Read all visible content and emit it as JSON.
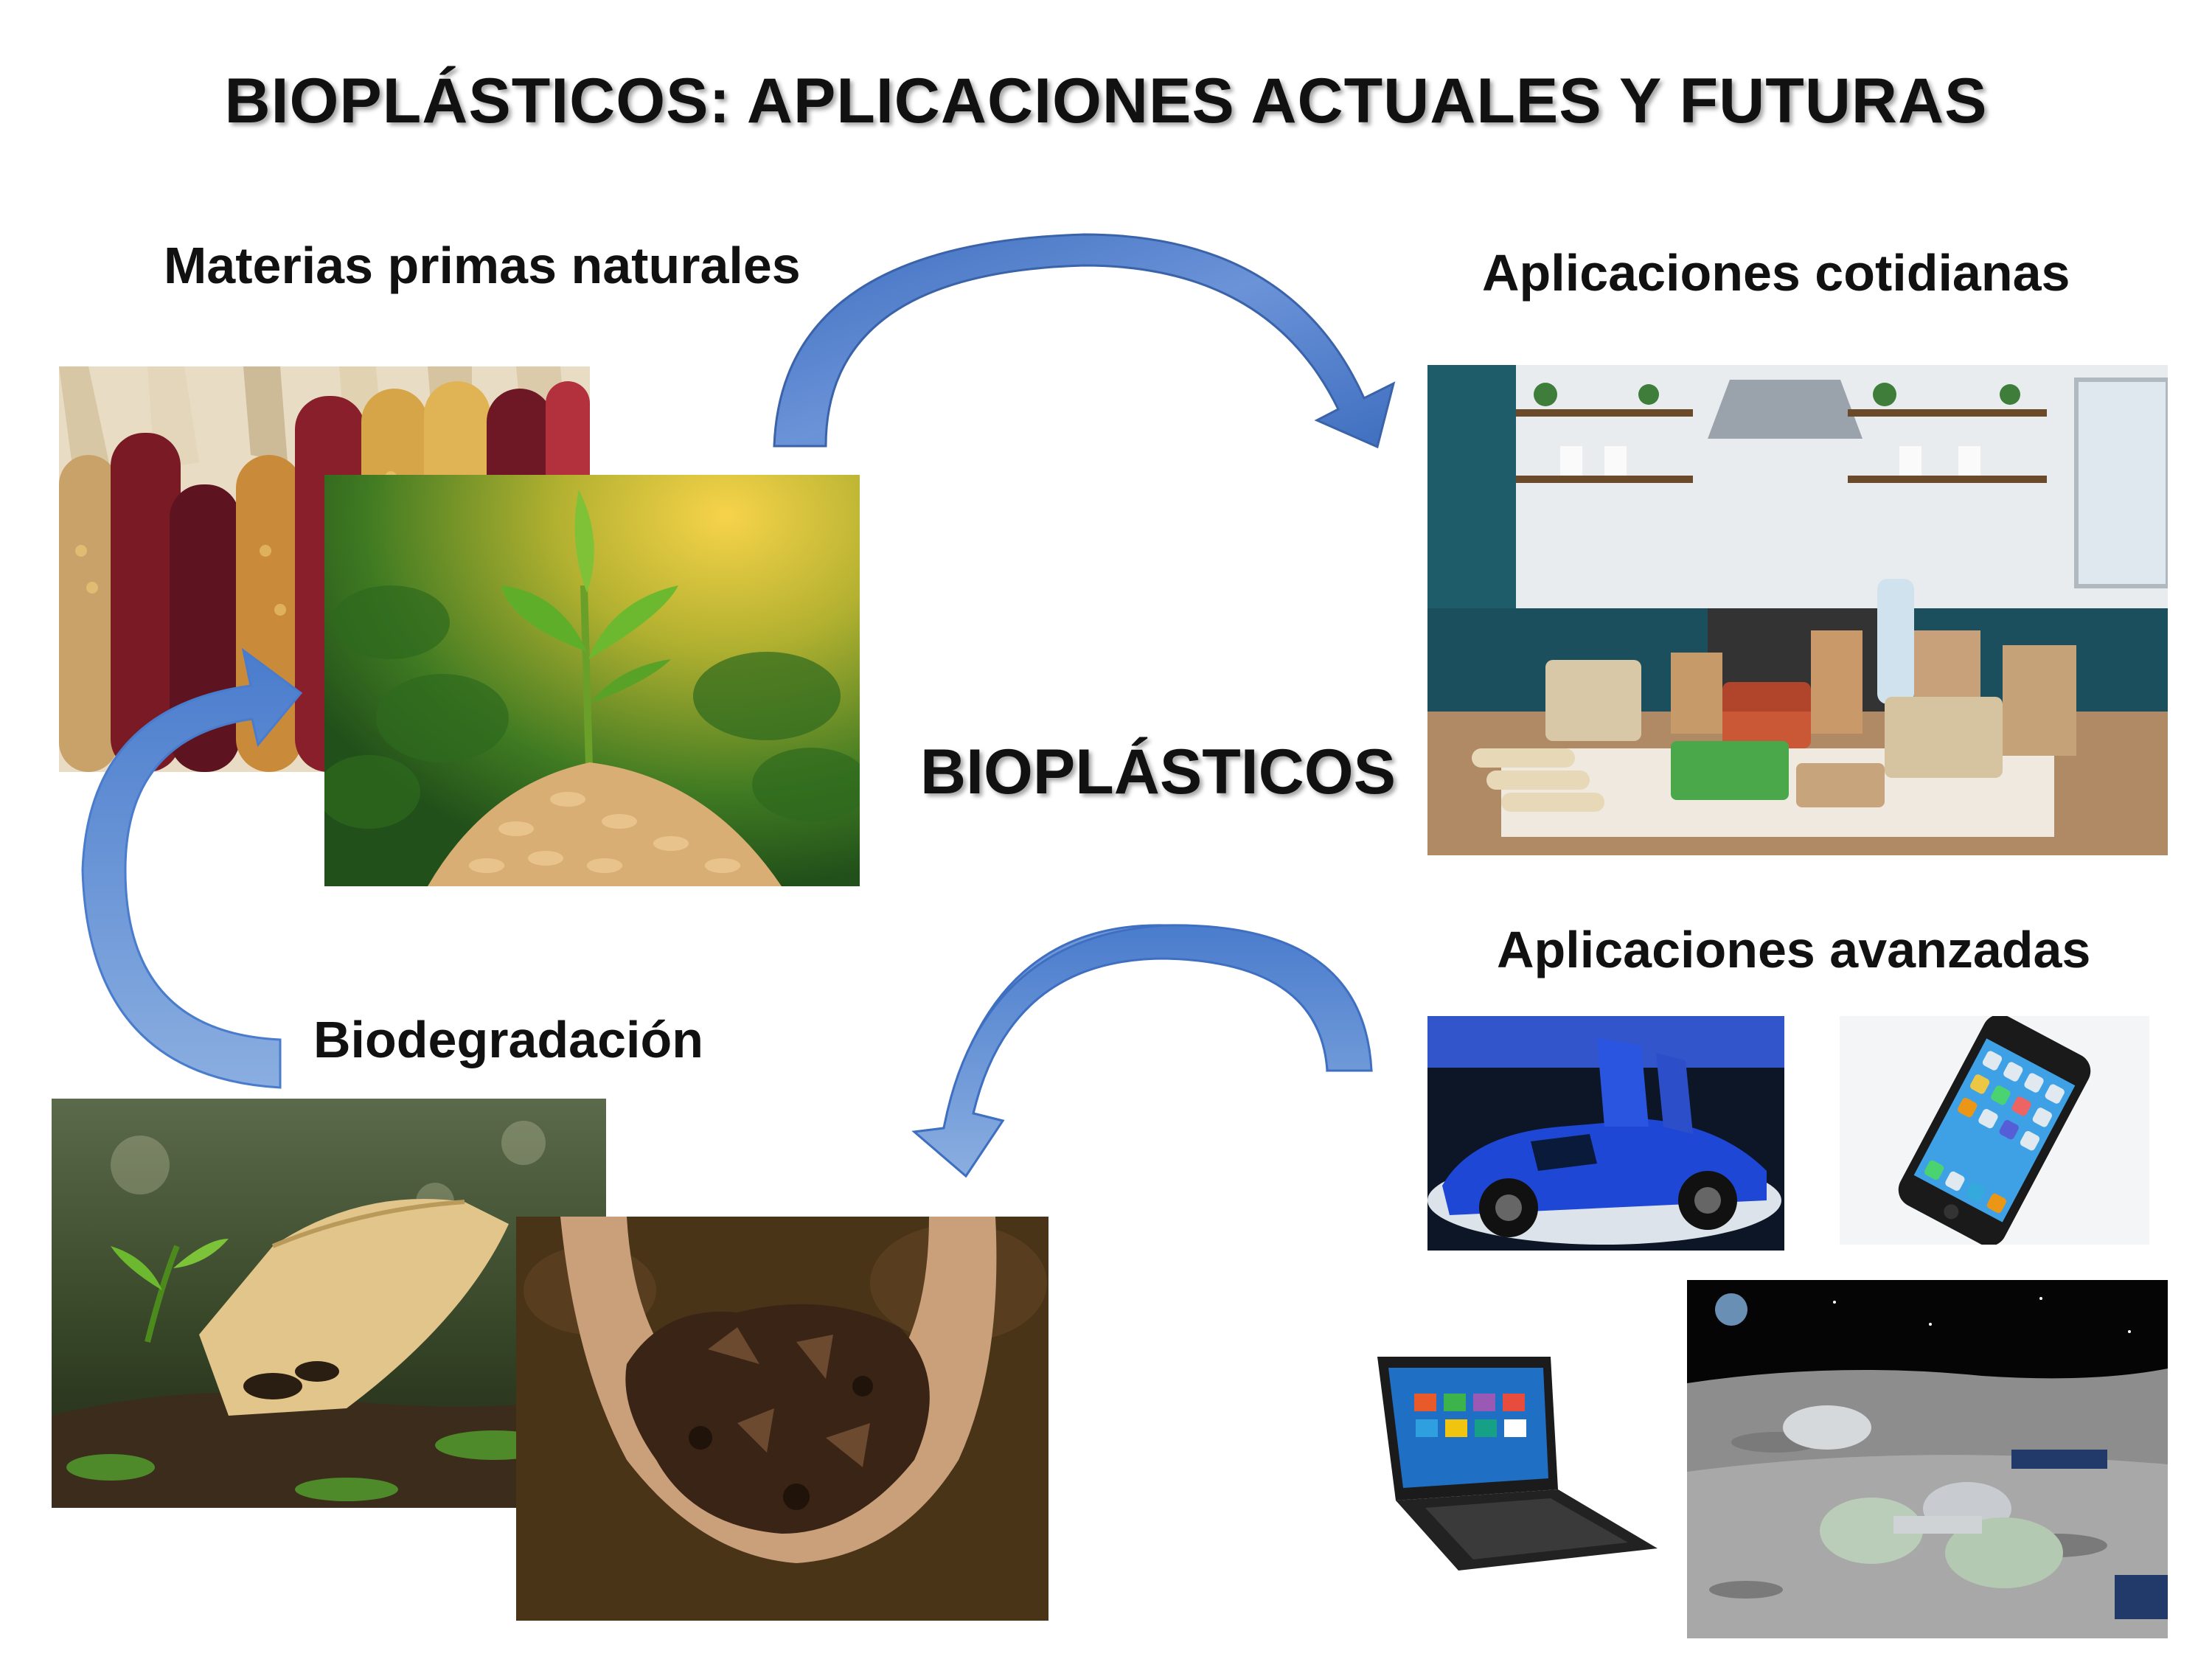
{
  "title": "BIOPLÁSTICOS: APLICACIONES ACTUALES Y FUTURAS",
  "center_label": "BIOPLÁSTICOS",
  "sections": {
    "raw_materials": "Materias primas naturales",
    "everyday": "Aplicaciones cotidianas",
    "advanced": "Aplicaciones avanzadas",
    "biodegradation": "Biodegradación"
  },
  "colors": {
    "arrow_light": "#8aaee0",
    "arrow_dark": "#3f6fc0",
    "text": "#111111"
  },
  "images": [
    {
      "name": "corn-cobs",
      "depicts": "colorful corn cobs"
    },
    {
      "name": "seedling-pellets",
      "depicts": "seedling growing from bioplastic pellets"
    },
    {
      "name": "kitchen",
      "depicts": "kitchen with biodegradable containers"
    },
    {
      "name": "sports-car",
      "depicts": "blue sports car"
    },
    {
      "name": "smartphone",
      "depicts": "smartphone"
    },
    {
      "name": "laptop",
      "depicts": "laptop"
    },
    {
      "name": "moon-base",
      "depicts": "lunar base with domes"
    },
    {
      "name": "decomposing-bag",
      "depicts": "decomposing paper bag with sprouts"
    },
    {
      "name": "soil-hands",
      "depicts": "hands holding compost soil"
    }
  ]
}
